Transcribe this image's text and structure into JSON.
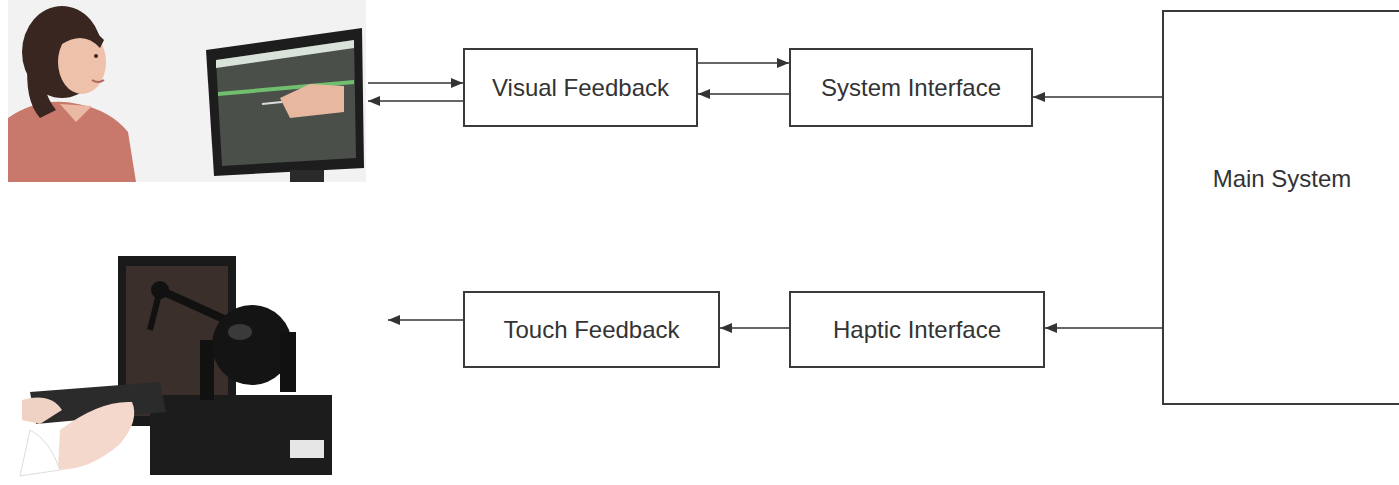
{
  "diagram": {
    "nodes": [
      {
        "text": [
          "Visual Feedback"
        ]
      },
      {
        "text": [
          "System Interface"
        ]
      },
      {
        "text": [
          "Main System"
        ]
      },
      {
        "text": [
          "Touch Feedback"
        ]
      },
      {
        "text": [
          "Haptic Interface"
        ]
      }
    ],
    "edges": [
      {
        "from": 0,
        "to": 1,
        "arrow": "to"
      },
      {
        "from": 1,
        "to": 0,
        "arrow": "to"
      },
      {
        "from": 2,
        "to": 1,
        "arrow": "to"
      },
      {
        "from": 2,
        "to": 4,
        "arrow": "to"
      },
      {
        "from": 4,
        "to": 3,
        "arrow": "to"
      }
    ]
  }
}
